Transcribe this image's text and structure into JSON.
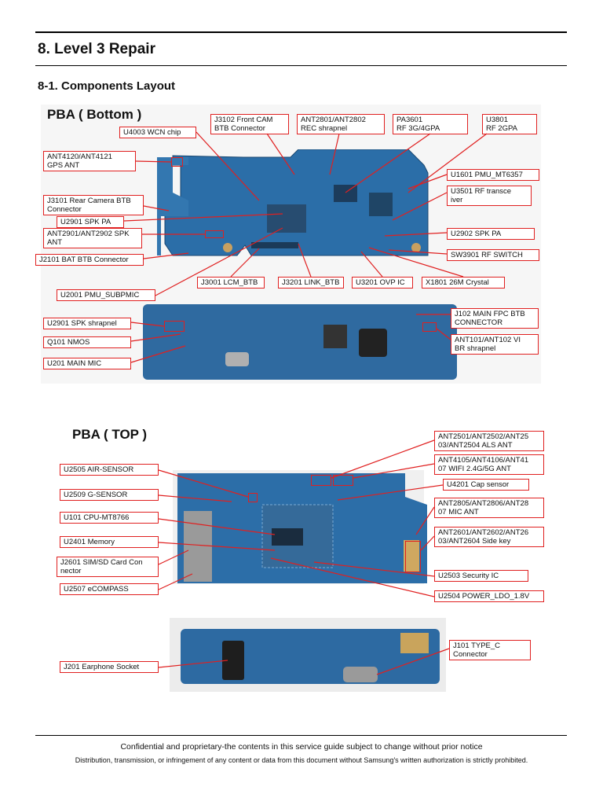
{
  "heading": {
    "section": "8. Level 3 Repair",
    "subsection": "8-1. Components Layout"
  },
  "bottom": {
    "title": "PBA ( Bottom )",
    "labels": {
      "u4003": "U4003 WCN chip",
      "j3102": "J3102 Front CAM\nBTB Connector",
      "ant2801": "ANT2801/ANT2802\nREC shrapnel",
      "pa3601": "PA3601\nRF 3G/4GPA",
      "u3801": "U3801\nRF 2GPA",
      "ant4120": "ANT4120/ANT4121\nGPS ANT",
      "u1601": "U1601 PMU_MT6357",
      "j3101": "J3101 Rear Camera BTB\nConnector",
      "u3501": "U3501  RF transce\niver",
      "u2901a": "U2901 SPK PA",
      "ant2901": "ANT2901/ANT2902 SPK\nANT",
      "u2902": "U2902 SPK PA",
      "j2101": "J2101 BAT BTB Connector",
      "sw3901": "SW3901  RF SWITCH",
      "j3001": "J3001 LCM_BTB",
      "j3201": "J3201 LINK_BTB",
      "u3201": "U3201 OVP IC",
      "x1801": "X1801 26M Crystal",
      "u2001": "U2001 PMU_SUBPMIC",
      "u2901b": "U2901 SPK shrapnel",
      "j102": "J102 MAIN FPC BTB\nCONNECTOR",
      "q101": "Q101 NMOS",
      "ant101": "ANT101/ANT102 VI\nBR shrapnel",
      "u201": "U201 MAIN MIC"
    }
  },
  "top": {
    "title": "PBA ( TOP )",
    "labels": {
      "ant2501": "ANT2501/ANT2502/ANT25\n03/ANT2504 ALS ANT",
      "ant4105": "ANT4105/ANT4106/ANT41\n07 WIFI 2.4G/5G ANT",
      "u2505": "U2505  AIR-SENSOR",
      "u4201": "U4201  Cap sensor",
      "u2509": "U2509  G-SENSOR",
      "ant2805": "ANT2805/ANT2806/ANT28\n07 MIC ANT",
      "u101": "U101 CPU-MT8766",
      "u2401": "U2401   Memory",
      "ant2601": "ANT2601/ANT2602/ANT26\n03/ANT2604 Side key",
      "j2601": "J2601 SIM/SD Card Con\nnector",
      "u2503": "U2503  Security IC",
      "u2507": "U2507  eCOMPASS",
      "u2504": "U2504  POWER_LDO_1.8V",
      "j201": "J201 Earphone Socket",
      "j101": "J101  TYPE_C\nConnector"
    }
  },
  "footer": {
    "line1": "Confidential and proprietary-the contents in this service guide subject to change without prior notice",
    "line2": "Distribution, transmission, or infringement of any content or data from this document without Samsung's written authorization is strictly prohibited."
  },
  "colors": {
    "accent": "#e02020",
    "pcb": "#2a6fa8",
    "pcb_dark": "#1f4f7a",
    "panel_bg": "#f3f3f3"
  }
}
